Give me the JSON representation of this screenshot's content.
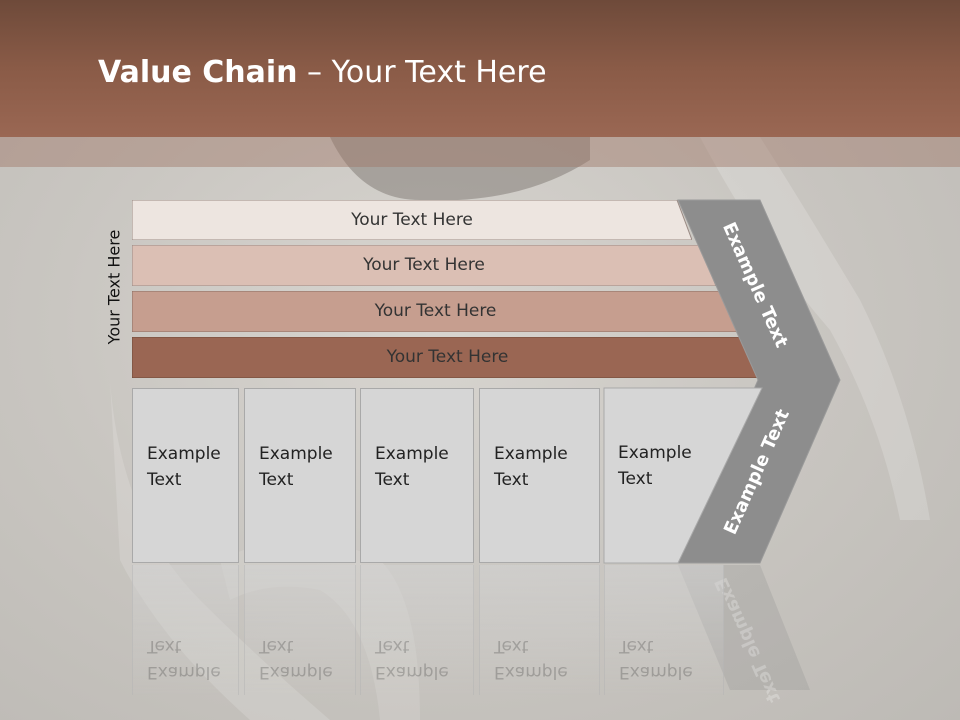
{
  "header": {
    "title_bold": "Value Chain",
    "title_rest": " – Your Text Here"
  },
  "side_label": "Your Text Here",
  "rows": [
    {
      "label": "Your Text Here",
      "color": "#ede5e0"
    },
    {
      "label": "Your Text Here",
      "color": "#dbbfb4"
    },
    {
      "label": "Your Text Here",
      "color": "#c69e8f"
    },
    {
      "label": "Your Text Here",
      "color": "#9a6653"
    }
  ],
  "columns": [
    {
      "line1": "Example",
      "line2": "Text"
    },
    {
      "line1": "Example",
      "line2": "Text"
    },
    {
      "line1": "Example",
      "line2": "Text"
    },
    {
      "line1": "Example",
      "line2": "Text"
    },
    {
      "line1": "Example",
      "line2": "Text"
    }
  ],
  "chevron": {
    "upper_text": "Example Text",
    "lower_text": "Example Text",
    "color": "#8d8d8d"
  },
  "colors": {
    "header_brown": "#8a5b47",
    "background": "#c9c6c1"
  }
}
